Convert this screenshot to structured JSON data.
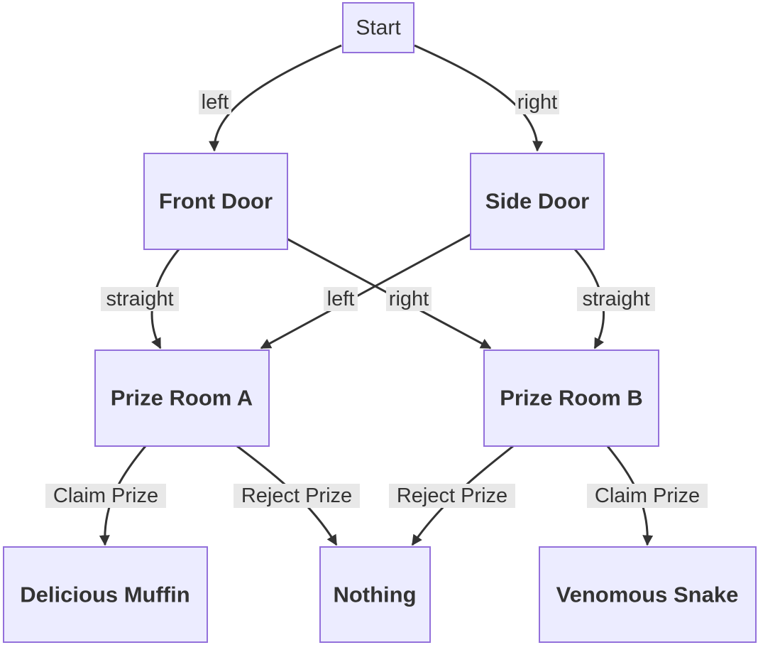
{
  "diagram": {
    "nodes": {
      "start": "Start",
      "front_door": "Front Door",
      "side_door": "Side Door",
      "prize_room_a": "Prize Room A",
      "prize_room_b": "Prize Room B",
      "delicious_muffin": "Delicious Muffin",
      "nothing": "Nothing",
      "venomous_snake": "Venomous Snake"
    },
    "edges": {
      "start_front": "left",
      "start_side": "right",
      "front_a": "straight",
      "front_b": "right",
      "side_a": "left",
      "side_b": "straight",
      "a_muffin": "Claim Prize",
      "a_nothing": "Reject Prize",
      "b_nothing": "Reject Prize",
      "b_snake": "Claim Prize"
    },
    "colors": {
      "node_fill": "#ECECFF",
      "node_stroke": "#9370DB",
      "edge": "#333333",
      "label_bg": "#e8e8e8"
    }
  }
}
